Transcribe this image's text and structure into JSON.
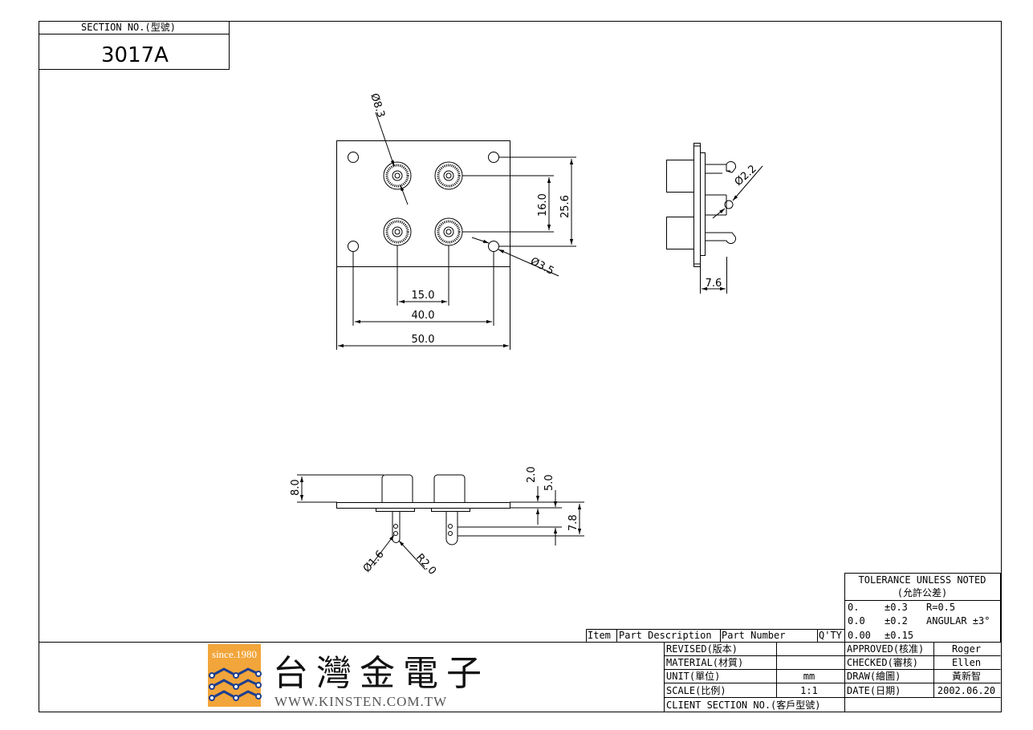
{
  "section": {
    "label": "SECTION NO.(型號)",
    "number": "3017A"
  },
  "dims_front": {
    "d83": "Ø8.3",
    "d160": "16.0",
    "d256": "25.6",
    "d35": "Ø3.5",
    "d150": "15.0",
    "d400": "40.0",
    "d500": "50.0"
  },
  "dims_side": {
    "d22": "Ø2.2",
    "d76": "7.6"
  },
  "dims_bottom": {
    "d80": "8.0",
    "d20": "2.0",
    "d50": "5.0",
    "d78": "7.8",
    "d16": "Ø1.6",
    "r20": "R2.0"
  },
  "tolerance": {
    "title": "TOLERANCE UNLESS NOTED",
    "subtitle": "(允許公差)",
    "r1a": "0.",
    "r1b": "±0.3",
    "r1c": "R=0.5",
    "r2a": "0.0",
    "r2b": "±0.2",
    "r2c": "ANGULAR ±3°",
    "r3a": "0.00",
    "r3b": "±0.15"
  },
  "bom": {
    "item": "Item",
    "desc": "Part Description",
    "part": "Part Number",
    "qty": "Q'TY"
  },
  "info": {
    "revised": "REVISED(版本)",
    "revised_val": "",
    "material": "MATERIAL(材質)",
    "material_val": "",
    "unit": "UNIT(單位)",
    "unit_val": "mm",
    "scale": "SCALE(比例)",
    "scale_val": "1:1",
    "client": "CLIENT SECTION NO.(客戶型號)"
  },
  "approval": {
    "approved": "APPROVED(核准)",
    "approved_val": "Roger",
    "checked": "CHECKED(審核)",
    "checked_val": "Ellen",
    "draw": "DRAW(繪圖)",
    "draw_val": "黃新智",
    "date": "DATE(日期)",
    "date_val": "2002.06.20"
  },
  "logo": {
    "since": "since.1980",
    "name": "台灣金電子",
    "url": "WWW.KINSTEN.COM.TW"
  },
  "colors": {
    "line": "#000000",
    "logo_orange": "#f2a53a",
    "logo_blue": "#1d3e8f"
  }
}
